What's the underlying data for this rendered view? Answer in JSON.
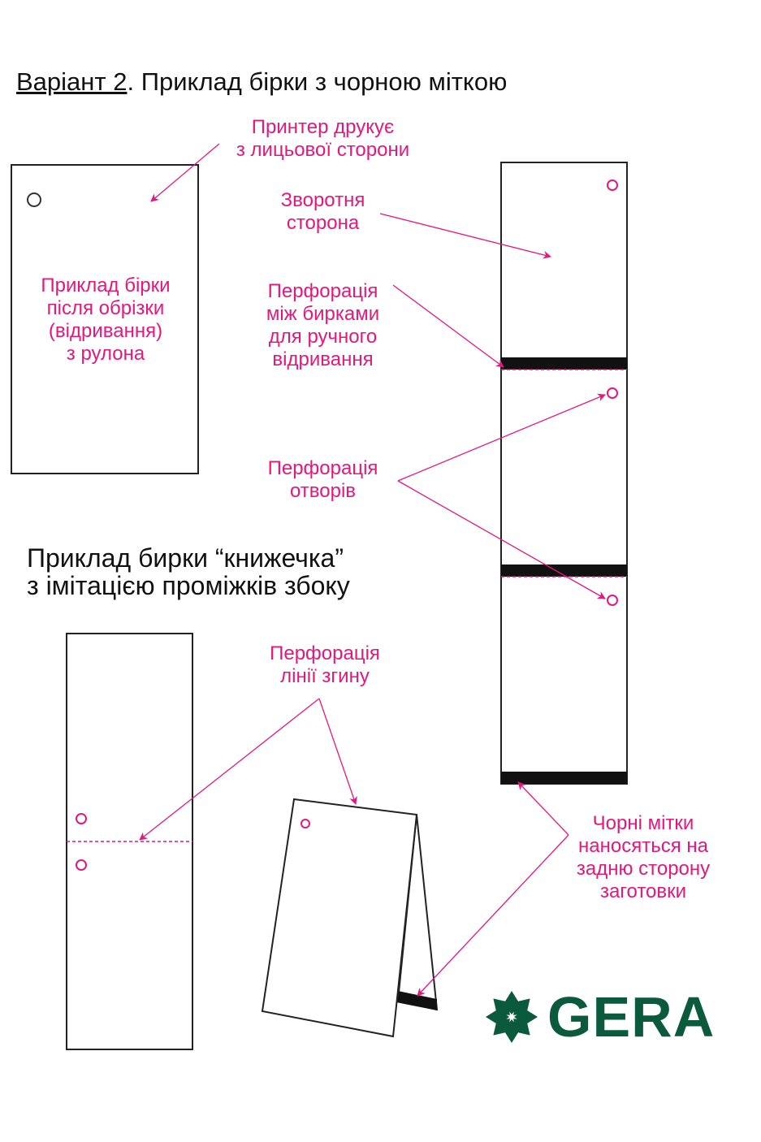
{
  "title": {
    "variant": "Варіант 2",
    "rest": ". Приклад бірки з чорною міткою"
  },
  "labels": {
    "printer": "Принтер друкує\nз лицьової сторони",
    "back_side": "Зворотня\nсторона",
    "perforation_between": "Перфорація\nміж бирками\nдля ручного\nвідривання",
    "perforation_holes": "Перфорація\nотворів",
    "cut_tag": "Приклад бірки\nпісля обрізки\n(відривання)\nз рулона",
    "booklet_title": "Приклад бирки “книжечка”\nз імітацією проміжків збоку",
    "fold_perforation": "Перфорація\nлінії згину",
    "black_marks": "Чорні мітки\nнаносяться на\nзадню сторону\nзаготовки"
  },
  "logo": {
    "text": "GERA",
    "color": "#0b5a3e"
  },
  "colors": {
    "accent": "#e0197d",
    "outline": "#222222",
    "mark": "#111111"
  }
}
